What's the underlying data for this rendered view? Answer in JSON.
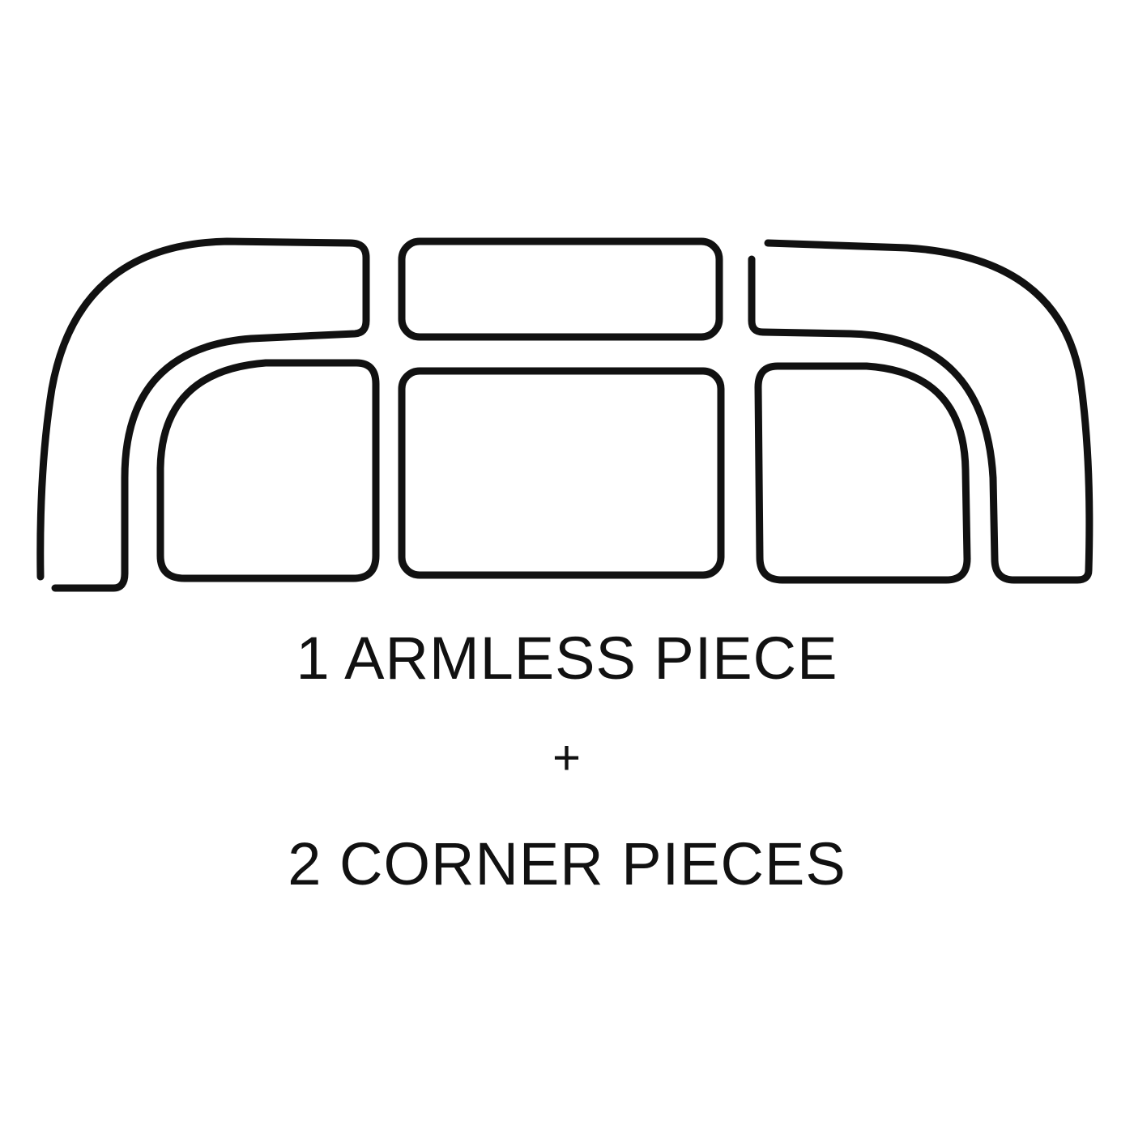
{
  "diagram": {
    "stroke_color": "#111111",
    "background_color": "#ffffff",
    "pieces": [
      {
        "name": "left-corner-back-cushion"
      },
      {
        "name": "left-corner-seat-cushion"
      },
      {
        "name": "armless-back-cushion"
      },
      {
        "name": "armless-seat-cushion"
      },
      {
        "name": "right-corner-back-cushion"
      },
      {
        "name": "right-corner-seat-cushion"
      }
    ]
  },
  "caption": {
    "line1": "1 ARMLESS PIECE",
    "plus": "+",
    "line2": "2 CORNER PIECES"
  }
}
